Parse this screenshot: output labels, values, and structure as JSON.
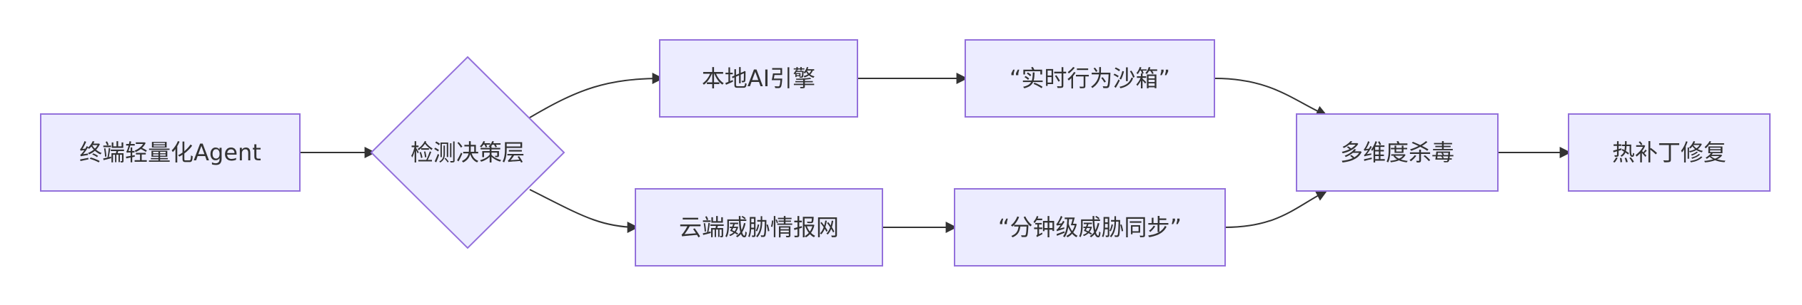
{
  "diagram": {
    "nodes": {
      "agent": "终端轻量化Agent",
      "decision": "检测决策层",
      "local_ai": "本地AI引擎",
      "sandbox": "“实时行为沙箱”",
      "cloud_intel": "云端威胁情报网",
      "sync": "“分钟级威胁同步”",
      "multi_av": "多维度杀毒",
      "hotfix": "热补丁修复"
    },
    "edges": [
      {
        "from": "agent",
        "to": "decision"
      },
      {
        "from": "decision",
        "to": "local_ai"
      },
      {
        "from": "decision",
        "to": "cloud_intel"
      },
      {
        "from": "local_ai",
        "to": "sandbox"
      },
      {
        "from": "cloud_intel",
        "to": "sync"
      },
      {
        "from": "sandbox",
        "to": "multi_av"
      },
      {
        "from": "sync",
        "to": "multi_av"
      },
      {
        "from": "multi_av",
        "to": "hotfix"
      }
    ],
    "colors": {
      "node_fill": "#ECECFF",
      "node_stroke": "#9370DB",
      "edge": "#333333",
      "text": "#333333"
    }
  }
}
